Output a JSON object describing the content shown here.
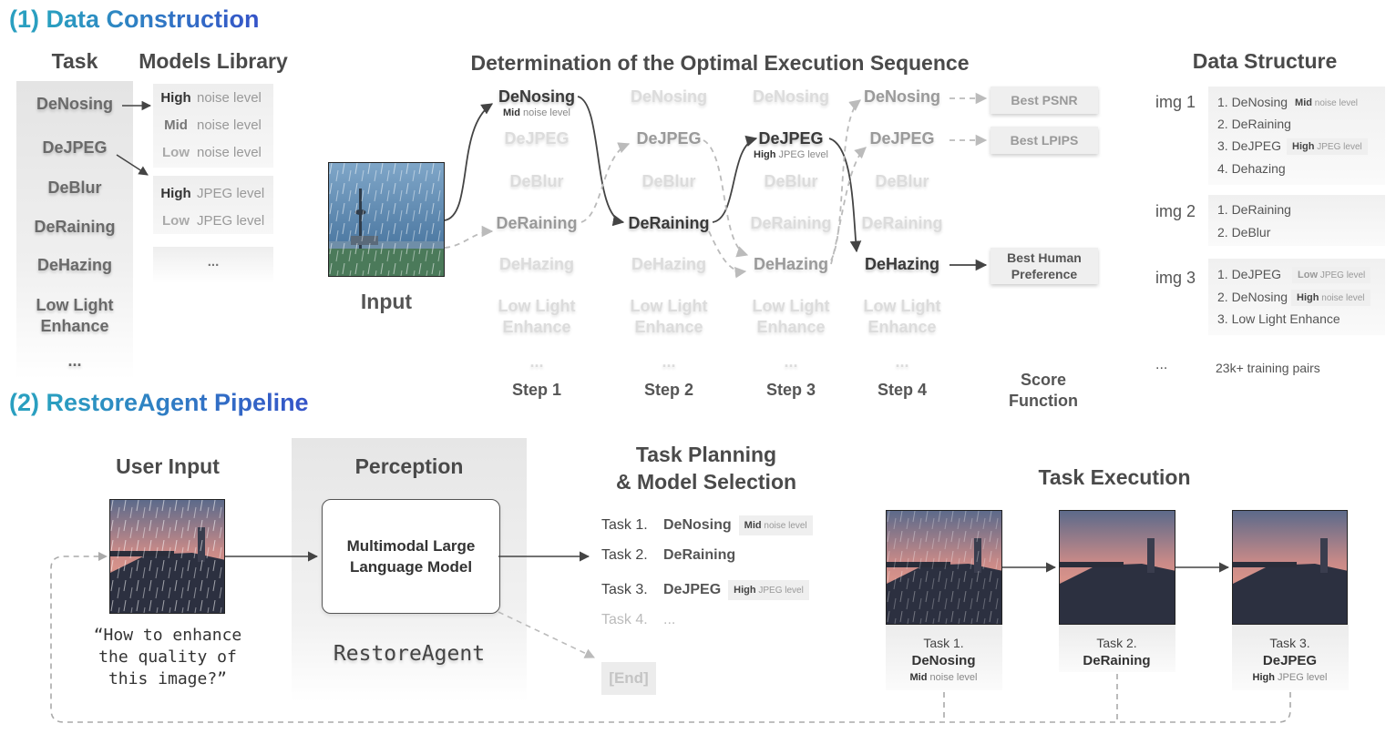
{
  "section1": {
    "number": "(1)",
    "title": "Data Construction"
  },
  "section2": {
    "number": "(2)",
    "title": "RestoreAgent Pipeline"
  },
  "task_column": {
    "header": "Task",
    "items": [
      "DeNosing",
      "DeJPEG",
      "DeBlur",
      "DeRaining",
      "DeHazing",
      "Low Light Enhance",
      "..."
    ]
  },
  "models_library": {
    "header": "Models Library",
    "noise": [
      {
        "level": "High",
        "label": "noise level"
      },
      {
        "level": "Mid",
        "label": "noise level"
      },
      {
        "level": "Low",
        "label": "noise level"
      }
    ],
    "jpeg": [
      {
        "level": "High",
        "label": "JPEG level"
      },
      {
        "level": "Low",
        "label": "JPEG level"
      }
    ],
    "more": "..."
  },
  "optimal": {
    "header": "Determination of the Optimal Execution Sequence",
    "input_label": "Input",
    "tasks": [
      "DeNosing",
      "DeJPEG",
      "DeBlur",
      "DeRaining",
      "DeHazing",
      "Low Light Enhance",
      "..."
    ],
    "steps": [
      "Step 1",
      "Step 2",
      "Step 3",
      "Step 4"
    ],
    "step1_sub": {
      "level": "Mid",
      "text": "noise level"
    },
    "step3_sub": {
      "level": "High",
      "text": "JPEG level"
    },
    "score_function": "Score Function",
    "scores": [
      "Best PSNR",
      "Best LPIPS",
      "Best Human Preference"
    ]
  },
  "data_structure": {
    "header": "Data Structure",
    "images": [
      {
        "label": "img 1",
        "lines": [
          {
            "text": "1. DeNosing",
            "tag_level": "Mid",
            "tag_text": "noise level"
          },
          {
            "text": "2. DeRaining"
          },
          {
            "text": "3. DeJPEG",
            "tag_level": "High",
            "tag_text": "JPEG level"
          },
          {
            "text": "4. Dehazing"
          }
        ]
      },
      {
        "label": "img 2",
        "lines": [
          {
            "text": "1. DeRaining"
          },
          {
            "text": "2. DeBlur"
          }
        ]
      },
      {
        "label": "img 3",
        "lines": [
          {
            "text": "1. DeJPEG",
            "tag_level": "Low",
            "tag_text": "JPEG level"
          },
          {
            "text": "2. DeNosing",
            "tag_level": "High",
            "tag_text": "noise level"
          },
          {
            "text": "3. Low Light Enhance"
          }
        ]
      }
    ],
    "more": "...",
    "pairs": "23k+ training pairs"
  },
  "pipeline": {
    "user_input": {
      "header": "User Input",
      "quote": "“How to enhance the quality of this image?”"
    },
    "perception": {
      "header": "Perception",
      "box": "Multimodal Large Language Model",
      "agent": "RestoreAgent"
    },
    "planning": {
      "header_line1": "Task Planning",
      "header_line2": "& Model Selection",
      "tasks": [
        {
          "num": "Task 1.",
          "name": "DeNosing",
          "tag_level": "Mid",
          "tag_text": "noise level"
        },
        {
          "num": "Task 2.",
          "name": "DeRaining"
        },
        {
          "num": "Task 3.",
          "name": "DeJPEG",
          "tag_level": "High",
          "tag_text": "JPEG level"
        },
        {
          "num": "Task 4.",
          "name": "..."
        }
      ],
      "end": "[End]"
    },
    "execution": {
      "header": "Task Execution",
      "cards": [
        {
          "num": "Task 1.",
          "name": "DeNosing",
          "level": "Mid",
          "level_text": "noise level"
        },
        {
          "num": "Task 2.",
          "name": "DeRaining"
        },
        {
          "num": "Task 3.",
          "name": "DeJPEG",
          "level": "High",
          "level_text": "JPEG level"
        }
      ]
    }
  }
}
